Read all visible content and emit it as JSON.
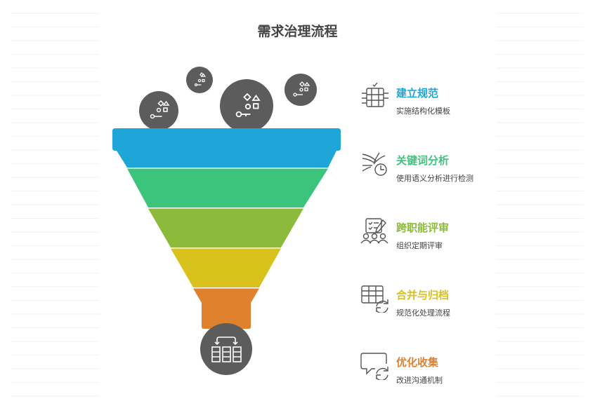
{
  "title": "需求治理流程",
  "steps": [
    {
      "name": "建立规范",
      "desc": "实施结构化模板",
      "color": "#1fa6d8",
      "icon": "template-document-icon"
    },
    {
      "name": "关键词分析",
      "desc": "使用语义分析进行检测",
      "color": "#3cc47c",
      "icon": "keyword-analysis-icon"
    },
    {
      "name": "跨职能评审",
      "desc": "组织定期评审",
      "color": "#8cbb3c",
      "icon": "team-review-icon"
    },
    {
      "name": "合并与归档",
      "desc": "规范化处理流程",
      "color": "#d9c21c",
      "icon": "merge-archive-icon"
    },
    {
      "name": "优化收集",
      "desc": "改进沟通机制",
      "color": "#e0812e",
      "icon": "optimize-collection-icon"
    }
  ]
}
